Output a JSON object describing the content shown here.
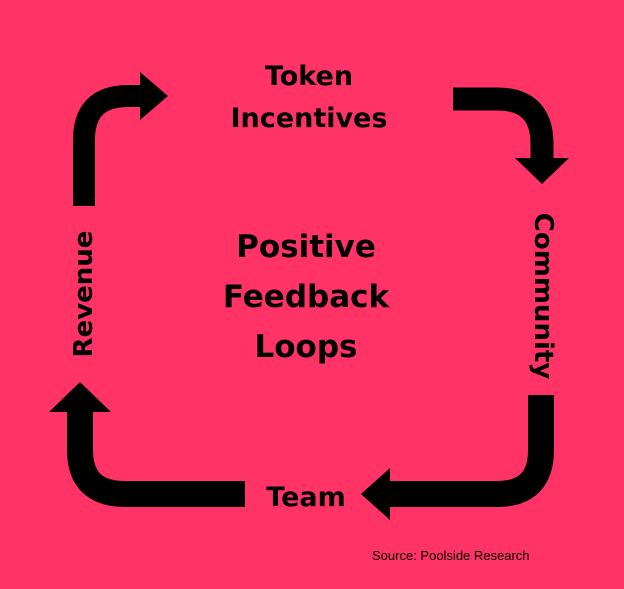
{
  "colors": {
    "background": "#ff3366",
    "arrow": "#000000",
    "text": "#000000"
  },
  "center_title": {
    "line1": "Positive",
    "line2": "Feedback",
    "line3": "Loops"
  },
  "nodes": {
    "top": {
      "line1": "Token",
      "line2": "Incentives"
    },
    "right": "Community",
    "bottom": "Team",
    "left": "Revenue"
  },
  "source": "Source: Poolside Research"
}
